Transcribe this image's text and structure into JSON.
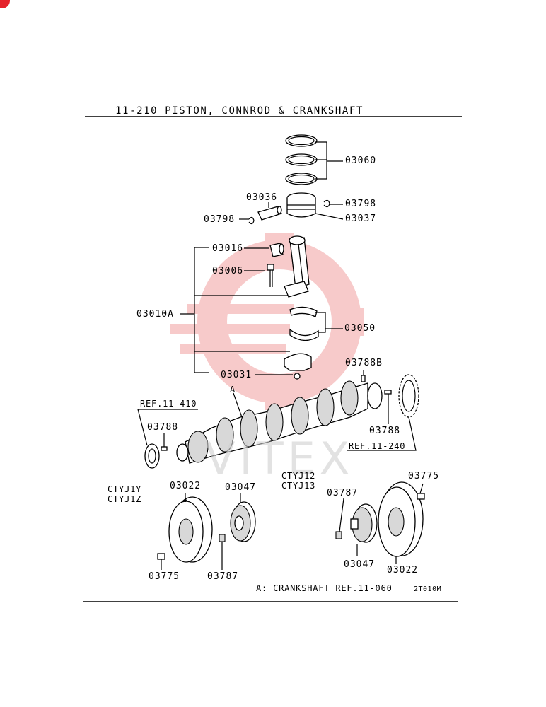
{
  "title": "11-210   PISTON, CONNROD & CRANKSHAFT",
  "watermark": "VITEX",
  "colors": {
    "watermark_gear": "#f2a0a0",
    "corner_badge": "#e5222b",
    "line": "#000000"
  },
  "parts": {
    "p03060": "03060",
    "p03036": "03036",
    "p03798_right": "03798",
    "p03798_left": "03798",
    "p03037": "03037",
    "p03016": "03016",
    "p03006": "03006",
    "p03010A": "03010A",
    "p03050": "03050",
    "p03031": "03031",
    "p03788B": "03788B",
    "label_A": "A",
    "p03788_right": "03788",
    "p03788_left": "03788",
    "p03022_left": "03022",
    "p03047_left": "03047",
    "p03775_left": "03775",
    "p03787_left": "03787",
    "p03787_right": "03787",
    "p03047_right": "03047",
    "p03022_right": "03022",
    "p03775_right": "03775"
  },
  "refs": {
    "ref_left": "REF.11-410",
    "ref_right": "REF.11-240"
  },
  "models": {
    "left_1": "CTYJ1Y",
    "left_2": "CTYJ1Z",
    "right_1": "CTYJ12",
    "right_2": "CTYJ13"
  },
  "notes": {
    "footnote": "A: CRANKSHAFT REF.11-060",
    "code": "2T010M"
  }
}
